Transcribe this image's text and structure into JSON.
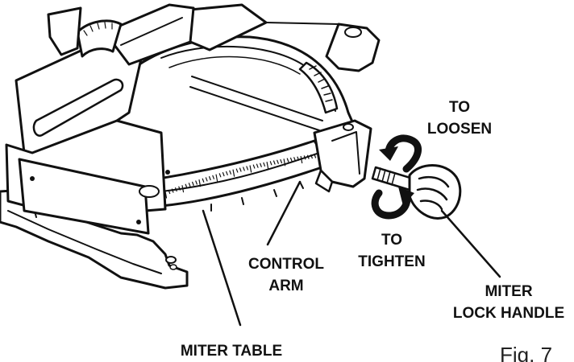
{
  "labels": {
    "to_loosen_line1": "TO",
    "to_loosen_line2": "LOOSEN",
    "to_tighten_line1": "TO",
    "to_tighten_line2": "TIGHTEN",
    "control_arm_line1": "CONTROL",
    "control_arm_line2": "ARM",
    "miter_lock_line1": "MITER",
    "miter_lock_line2": "LOCK HANDLE",
    "miter_table": "MITER TABLE",
    "figure": "Fig. 7"
  },
  "colors": {
    "ink": "#111111",
    "paper": "#ffffff"
  }
}
